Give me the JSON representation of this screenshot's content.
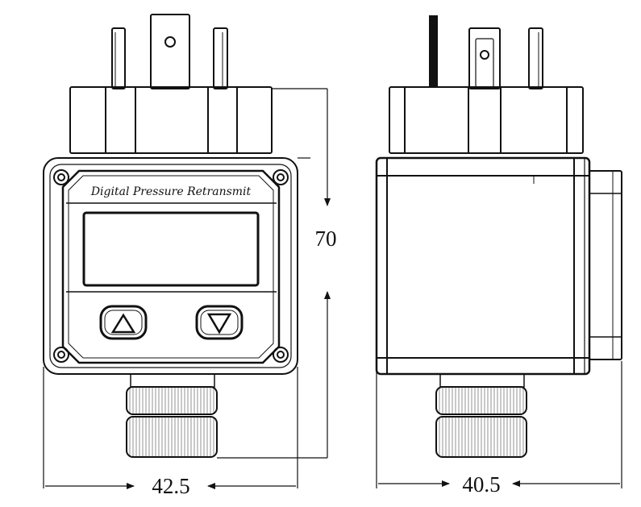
{
  "front_view": {
    "panel_title": "Digital Pressure Retransmit",
    "width_dimension": "42.5",
    "height_dimension": "70",
    "buttons": [
      {
        "name": "up-button",
        "glyph": "up-triangle-icon"
      },
      {
        "name": "down-button",
        "glyph": "down-triangle-icon"
      }
    ]
  },
  "side_view": {
    "width_dimension": "40.5"
  },
  "colors": {
    "line": "#111111",
    "background": "#ffffff"
  }
}
